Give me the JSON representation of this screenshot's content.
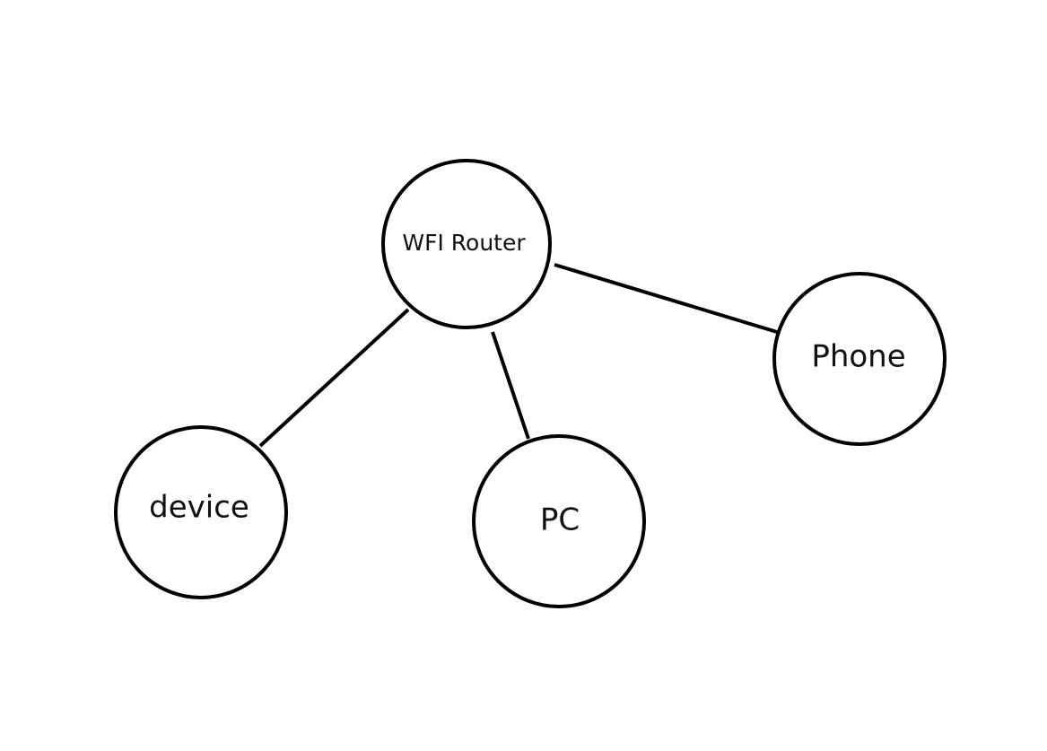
{
  "diagram": {
    "type": "network-topology",
    "nodes": [
      {
        "id": "router",
        "label": "WFI Router"
      },
      {
        "id": "device",
        "label": "device"
      },
      {
        "id": "pc",
        "label": "PC"
      },
      {
        "id": "phone",
        "label": "Phone"
      }
    ],
    "edges": [
      {
        "from": "router",
        "to": "device"
      },
      {
        "from": "router",
        "to": "pc"
      },
      {
        "from": "router",
        "to": "phone"
      }
    ],
    "colors": {
      "stroke": "#000000",
      "fill": "#ffffff",
      "text": "#111111"
    }
  }
}
